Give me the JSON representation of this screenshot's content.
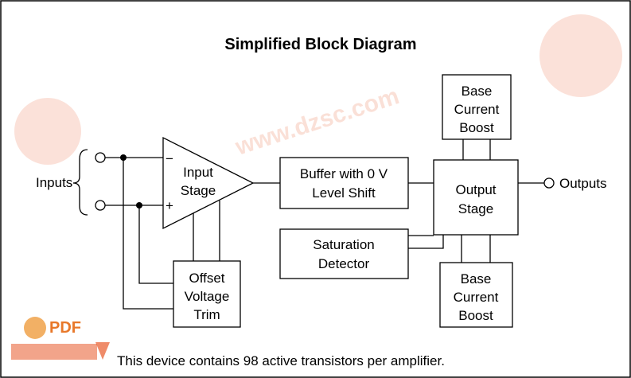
{
  "diagram": {
    "title": "Simplified Block Diagram",
    "inputs_label": "Inputs",
    "outputs_label": "Outputs",
    "input_stage": {
      "line1": "Input",
      "line2": "Stage",
      "minus": "−",
      "plus": "+"
    },
    "buffer": {
      "line1": "Buffer with 0 V",
      "line2": "Level Shift"
    },
    "saturation": {
      "line1": "Saturation",
      "line2": "Detector"
    },
    "output_stage": {
      "line1": "Output",
      "line2": "Stage"
    },
    "offset": {
      "line1": "Offset",
      "line2": "Voltage",
      "line3": "Trim"
    },
    "boost_top": {
      "line1": "Base",
      "line2": "Current",
      "line3": "Boost"
    },
    "boost_bottom": {
      "line1": "Base",
      "line2": "Current",
      "line3": "Boost"
    },
    "footnote": "This device contains 98 active transistors per amplifier."
  },
  "watermark": {
    "url_text": "www.dzsc.com",
    "pdf_text": "PDF"
  },
  "colors": {
    "watermark": "#e85a2a",
    "line": "#000000",
    "background": "#ffffff"
  }
}
